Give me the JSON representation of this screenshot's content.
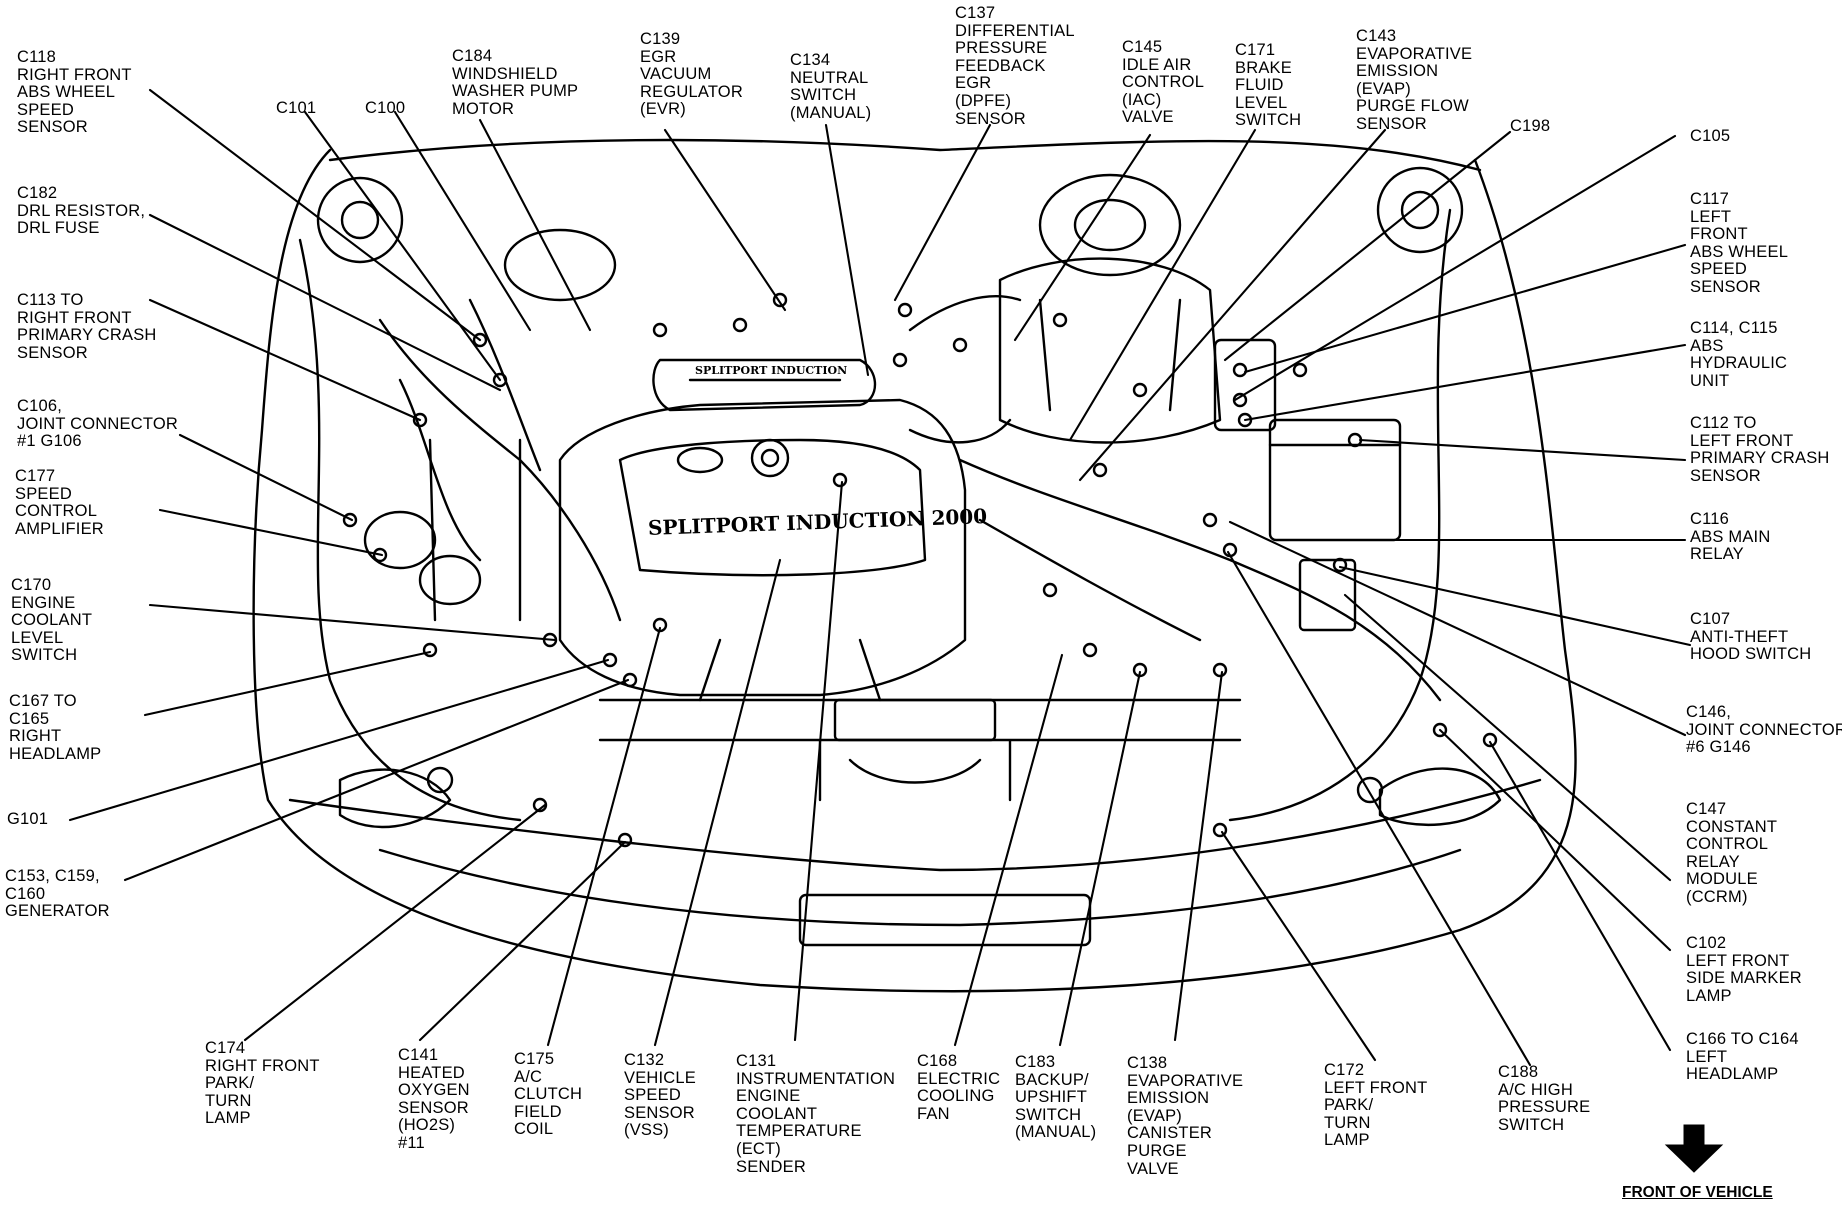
{
  "labels": {
    "c118": [
      "C118",
      "RIGHT FRONT",
      "ABS WHEEL",
      "SPEED",
      "SENSOR"
    ],
    "c101": [
      "C101"
    ],
    "c100": [
      "C100"
    ],
    "c184": [
      "C184",
      "WINDSHIELD",
      "WASHER PUMP",
      "MOTOR"
    ],
    "c139": [
      "C139",
      "EGR",
      "VACUUM",
      "REGULATOR",
      "(EVR)"
    ],
    "c134": [
      "C134",
      "NEUTRAL",
      "SWITCH",
      "(MANUAL)"
    ],
    "c137": [
      "C137",
      "DIFFERENTIAL",
      "PRESSURE",
      "FEEDBACK",
      "EGR",
      "(DPFE)",
      "SENSOR"
    ],
    "c145": [
      "C145",
      "IDLE AIR",
      "CONTROL",
      "(IAC)",
      "VALVE"
    ],
    "c171": [
      "C171",
      "BRAKE",
      "FLUID",
      "LEVEL",
      "SWITCH"
    ],
    "c143": [
      "C143",
      "EVAPORATIVE",
      "EMISSION",
      "(EVAP)",
      "PURGE FLOW",
      "SENSOR"
    ],
    "c198": [
      "C198"
    ],
    "c105": [
      "C105"
    ],
    "c182": [
      "C182",
      "DRL RESISTOR,",
      "DRL FUSE"
    ],
    "c113": [
      "C113 TO",
      "RIGHT FRONT",
      "PRIMARY CRASH",
      "SENSOR"
    ],
    "c106": [
      "C106,",
      "JOINT CONNECTOR",
      "#1 G106"
    ],
    "c177": [
      "C177",
      "SPEED",
      "CONTROL",
      "AMPLIFIER"
    ],
    "c170": [
      "C170",
      "ENGINE",
      "COOLANT",
      "LEVEL",
      "SWITCH"
    ],
    "c167": [
      "C167 TO",
      "C165",
      "RIGHT",
      "HEADLAMP"
    ],
    "g101": [
      "G101"
    ],
    "c153": [
      "C153, C159,",
      "C160",
      "GENERATOR"
    ],
    "c117": [
      "C117",
      "LEFT",
      "FRONT",
      "ABS WHEEL",
      "SPEED",
      "SENSOR"
    ],
    "c114": [
      "C114, C115",
      "ABS",
      "HYDRAULIC",
      "UNIT"
    ],
    "c112": [
      "C112 TO",
      "LEFT FRONT",
      "PRIMARY CRASH",
      "SENSOR"
    ],
    "c116": [
      "C116",
      "ABS MAIN",
      "RELAY"
    ],
    "c107": [
      "C107",
      "ANTI-THEFT",
      "HOOD SWITCH"
    ],
    "c146": [
      "C146,",
      "JOINT CONNECTOR",
      "#6 G146"
    ],
    "c147": [
      "C147",
      "CONSTANT",
      "CONTROL",
      "RELAY",
      "MODULE",
      "(CCRM)"
    ],
    "c102": [
      "C102",
      "LEFT FRONT",
      "SIDE MARKER",
      "LAMP"
    ],
    "c166": [
      "C166 TO C164",
      "LEFT",
      "HEADLAMP"
    ],
    "c174": [
      "C174",
      "RIGHT FRONT",
      "PARK/",
      "TURN",
      "LAMP"
    ],
    "c141": [
      "C141",
      "HEATED",
      "OXYGEN",
      "SENSOR",
      "(HO2S)",
      "#11"
    ],
    "c175": [
      "C175",
      "A/C",
      "CLUTCH",
      "FIELD",
      "COIL"
    ],
    "c132": [
      "C132",
      "VEHICLE",
      "SPEED",
      "SENSOR",
      "(VSS)"
    ],
    "c131": [
      "C131",
      "INSTRUMENTATION",
      "ENGINE",
      "COOLANT",
      "TEMPERATURE",
      "(ECT)",
      "SENDER"
    ],
    "c168": [
      "C168",
      "ELECTRIC",
      "COOLING",
      "FAN"
    ],
    "c183": [
      "C183",
      "BACKUP/",
      "UPSHIFT",
      "SWITCH",
      "(MANUAL)"
    ],
    "c138": [
      "C138",
      "EVAPORATIVE",
      "EMISSION",
      "(EVAP)",
      "CANISTER",
      "PURGE",
      "VALVE"
    ],
    "c172": [
      "C172",
      "LEFT FRONT",
      "PARK/",
      "TURN",
      "LAMP"
    ],
    "c188": [
      "C188",
      "A/C HIGH",
      "PRESSURE",
      "SWITCH"
    ]
  },
  "front_of_vehicle": "FRONT OF VEHICLE",
  "engine_marking": {
    "valve_cover": "SPLITPORT INDUCTION 2000",
    "intake_plate": "SPLITPORT INDUCTION"
  },
  "colors": {
    "ink": "#000000",
    "paper": "#ffffff"
  },
  "icons": {
    "front_arrow": "down-arrow-icon"
  }
}
